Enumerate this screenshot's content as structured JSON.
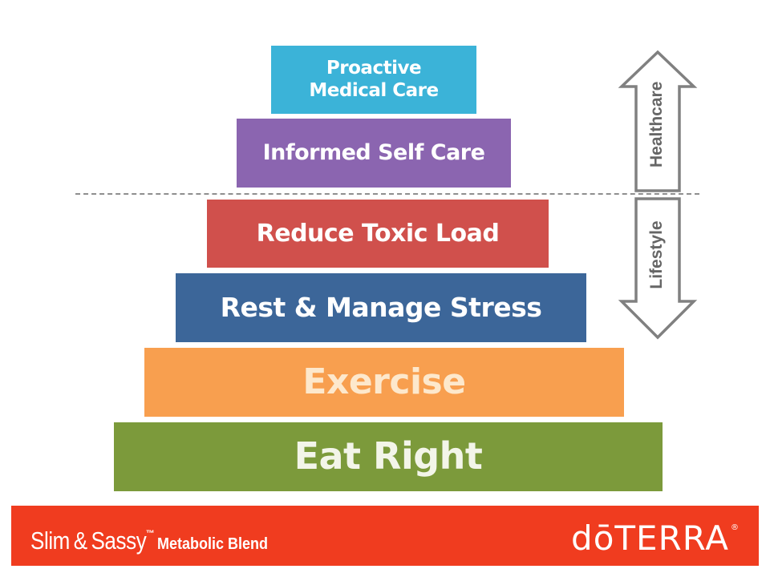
{
  "pyramid": {
    "tiers": [
      {
        "label": "Proactive\nMedical Care",
        "color": "#3bb3d8"
      },
      {
        "label": "Informed Self Care",
        "color": "#8b65b0"
      },
      {
        "label": "Reduce Toxic Load",
        "color": "#d0504c"
      },
      {
        "label": "Rest & Manage Stress",
        "color": "#3c6699"
      },
      {
        "label": "Exercise",
        "color": "#f89f4f"
      },
      {
        "label": "Eat Right",
        "color": "#7c9a3b"
      }
    ]
  },
  "arrow": {
    "upper_label": "Healthcare",
    "lower_label": "Lifestyle",
    "color": "#808080"
  },
  "footer": {
    "brand_name": "Slim & Sassy",
    "trademark": "™",
    "brand_subtitle": "Metabolic Blend",
    "logo_text": "dōTERRA",
    "logo_registered": "®",
    "background": "#f03c1f"
  }
}
